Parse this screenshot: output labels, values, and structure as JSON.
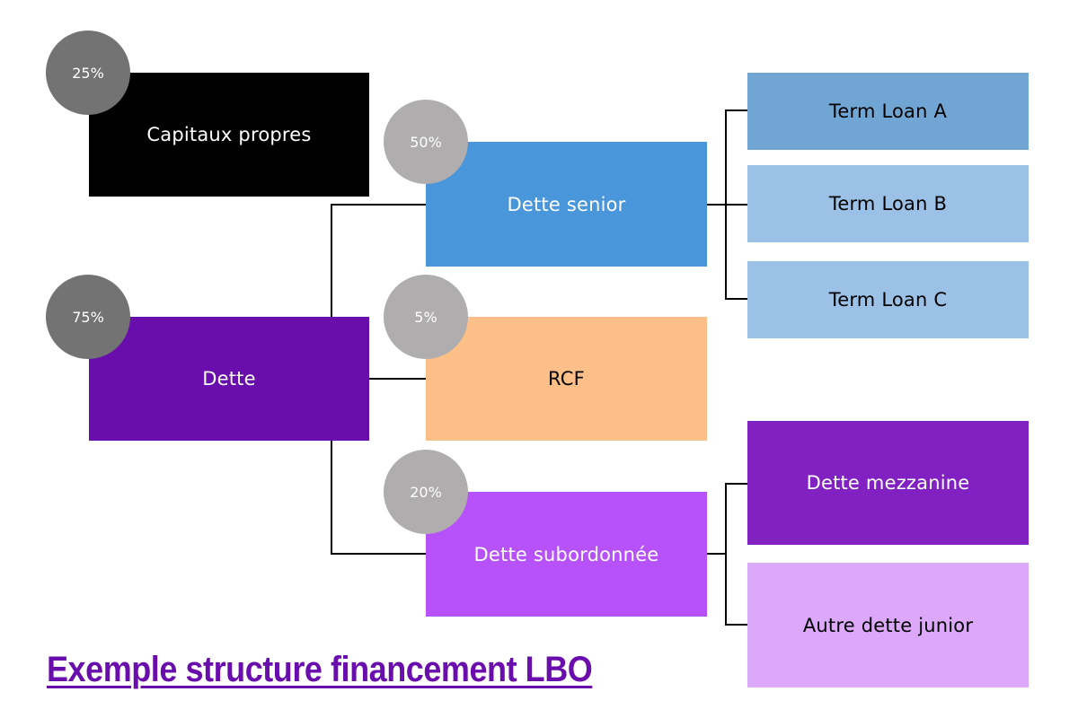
{
  "title": "Exemple structure financement LBO",
  "nodes": {
    "capitaux_propres": {
      "label": "Capitaux propres",
      "percent": "25%",
      "color": "#000000",
      "text_color": "#FFFFFF"
    },
    "dette": {
      "label": "Dette",
      "percent": "75%",
      "color": "#6A0DAD",
      "text_color": "#FFFFFF"
    },
    "dette_senior": {
      "label": "Dette senior",
      "percent": "50%",
      "color": "#4A96DB",
      "text_color": "#FFFFFF"
    },
    "rcf": {
      "label": "RCF",
      "percent": "5%",
      "color": "#FDBF88",
      "text_color": "#000000"
    },
    "dette_subordonnee": {
      "label": "Dette subordonnée",
      "percent": "20%",
      "color": "#B752FA",
      "text_color": "#FFFFFF"
    },
    "term_loan_a": {
      "label": "Term Loan A",
      "color": "#70A5D4",
      "text_color": "#000000"
    },
    "term_loan_b": {
      "label": "Term Loan B",
      "color": "#9BC1E6",
      "text_color": "#000000"
    },
    "term_loan_c": {
      "label": "Term Loan C",
      "color": "#9BC1E6",
      "text_color": "#000000"
    },
    "dette_mezzanine": {
      "label": "Dette mezzanine",
      "color": "#8121C1",
      "text_color": "#FFFFFF"
    },
    "autre_dette_junior": {
      "label": "Autre dette junior",
      "color": "#DBA8FA",
      "text_color": "#000000"
    }
  },
  "badge_colors": {
    "top_level": "#737373",
    "second_level": "#AFADAE"
  },
  "edges": [
    [
      "dette",
      "dette_senior"
    ],
    [
      "dette",
      "rcf"
    ],
    [
      "dette",
      "dette_subordonnee"
    ],
    [
      "dette_senior",
      "term_loan_a"
    ],
    [
      "dette_senior",
      "term_loan_b"
    ],
    [
      "dette_senior",
      "term_loan_c"
    ],
    [
      "dette_subordonnee",
      "dette_mezzanine"
    ],
    [
      "dette_subordonnee",
      "autre_dette_junior"
    ]
  ]
}
